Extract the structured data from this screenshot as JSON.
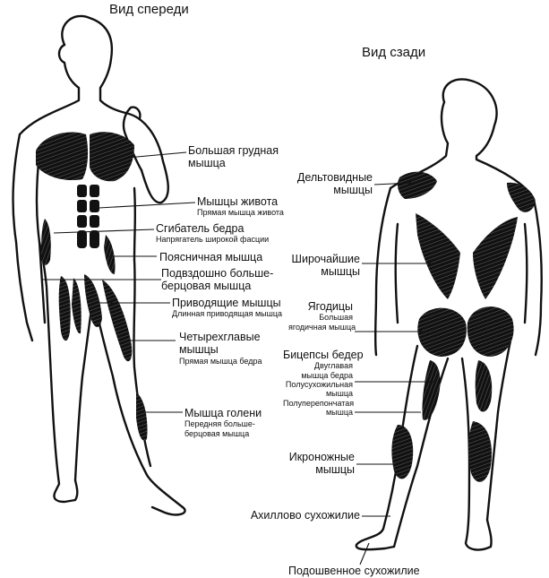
{
  "titles": {
    "front": "Вид спереди",
    "back": "Вид сзади"
  },
  "front_labels": {
    "pectoral": {
      "main": [
        "Большая грудная",
        "мышца"
      ]
    },
    "abdominal": {
      "main": [
        "Мышцы живота"
      ],
      "sub": [
        "Прямая мышца живота"
      ]
    },
    "hip_flexor": {
      "main": [
        "Сгибатель бедра"
      ],
      "sub": [
        "Напрягатель широкой фасции"
      ]
    },
    "lumbar": {
      "main": [
        "Поясничная мышца"
      ]
    },
    "iliopsoas": {
      "main": [
        "Подвздошно больше-",
        "берцовая мышца"
      ]
    },
    "adductors": {
      "main": [
        "Приводящие мышцы"
      ],
      "sub": [
        "Длинная приводящая мышца"
      ]
    },
    "quadriceps": {
      "main": [
        "Четырехглавые",
        "мышцы"
      ],
      "sub": [
        "Прямая мышца бедра"
      ]
    },
    "shin": {
      "main": [
        "Мышца голени"
      ],
      "sub": [
        "Передняя больше-",
        "берцовая мышца"
      ]
    }
  },
  "back_labels": {
    "deltoid": {
      "main": [
        "Дельтовидные",
        "мышцы"
      ]
    },
    "latissimus": {
      "main": [
        "Широчайшие",
        "мышцы"
      ]
    },
    "gluteal": {
      "main": [
        "Ягодицы"
      ],
      "sub": [
        "Большая",
        "ягодичная мышца"
      ]
    },
    "hamstrings": {
      "main": [
        "Бицепсы бедер"
      ],
      "sub": [
        "Двуглавая",
        "мышца бедра",
        "Полусухожильная",
        "мышца",
        "Полуперепончатая",
        "мышца"
      ]
    },
    "calf": {
      "main": [
        "Икроножные",
        "мышцы"
      ]
    },
    "achilles": {
      "main": [
        "Ахиллово сухожилие"
      ]
    },
    "plantar": {
      "main": [
        "Подошвенное сухожилие"
      ]
    }
  }
}
